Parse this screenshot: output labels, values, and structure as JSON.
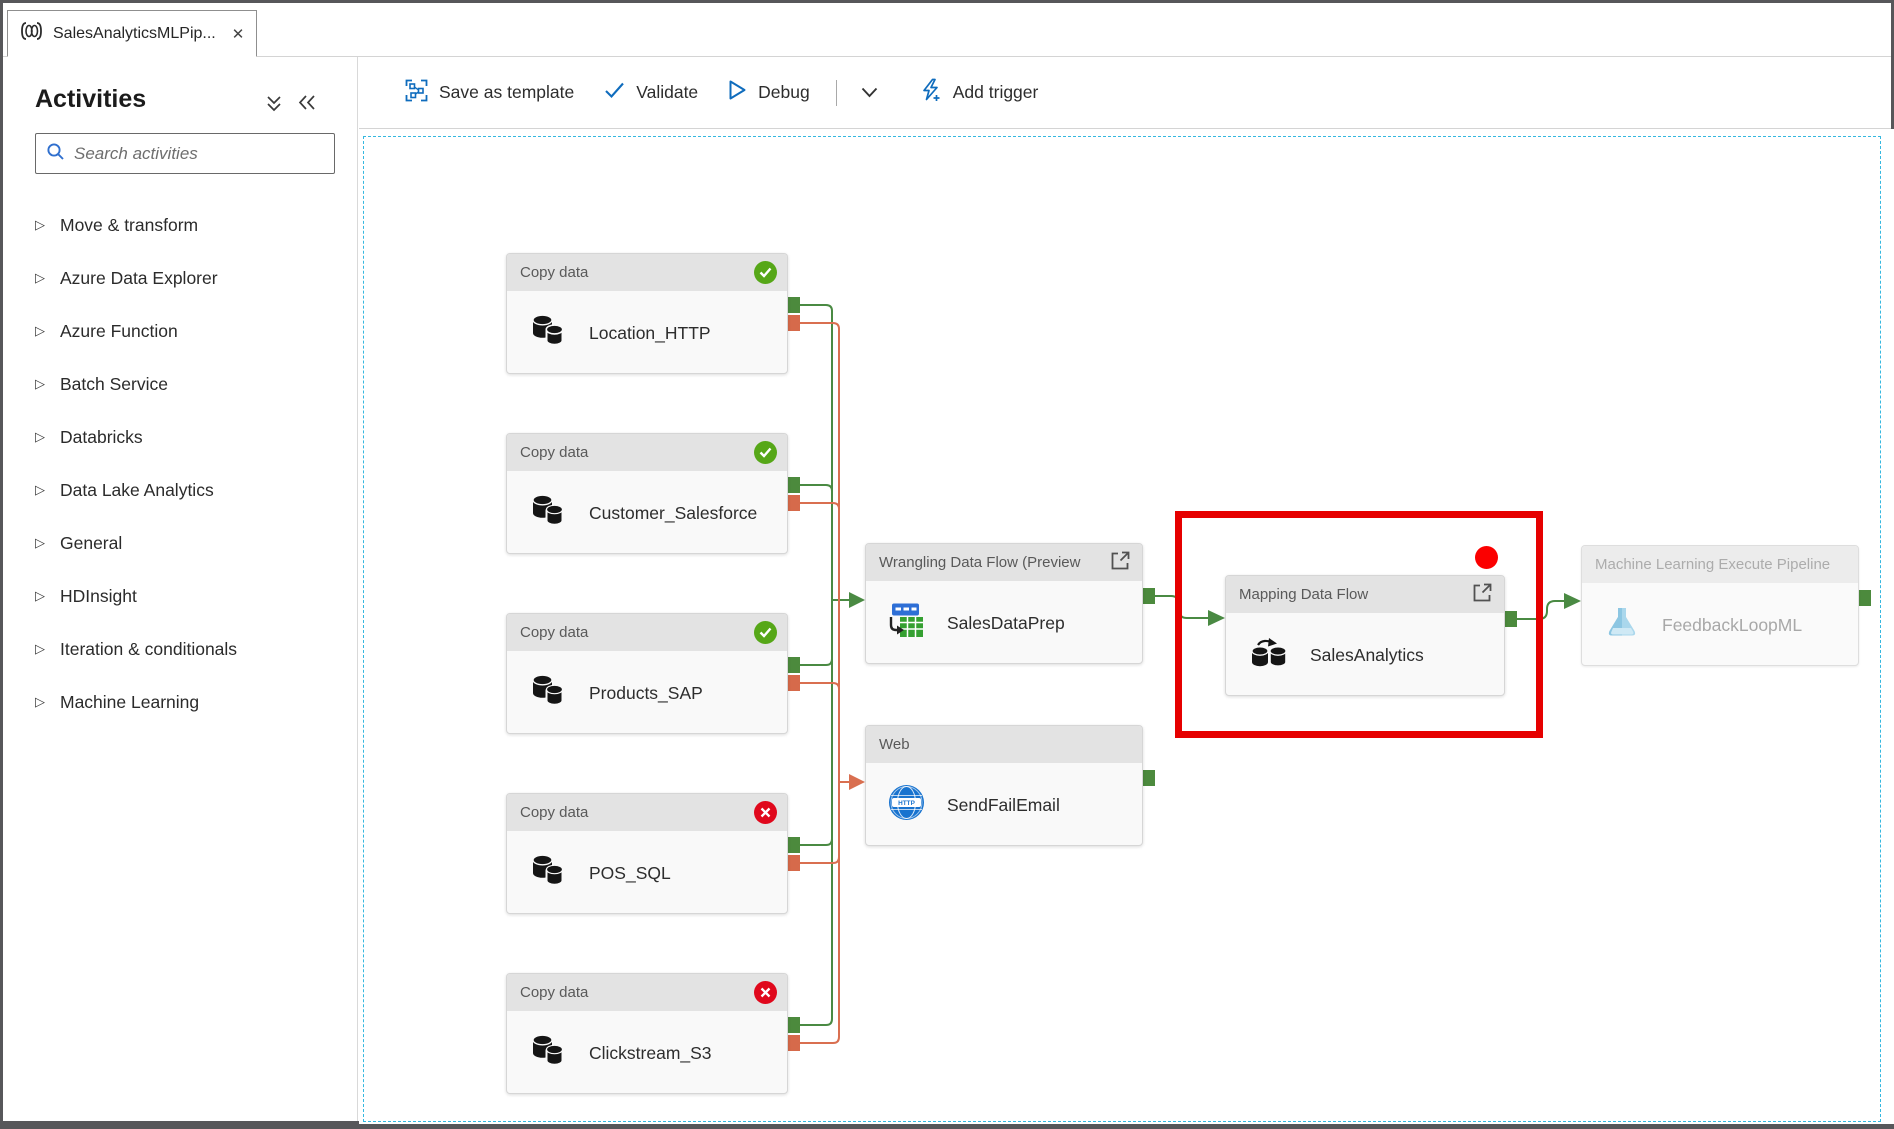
{
  "window": {
    "tab_title": "SalesAnalyticsMLPip...",
    "close_label": "✕"
  },
  "toolbar": {
    "save_as_template": "Save as template",
    "validate": "Validate",
    "debug": "Debug",
    "add_trigger": "Add trigger"
  },
  "sidebar": {
    "title": "Activities",
    "search_placeholder": "Search activities",
    "categories": [
      {
        "slug": "move-transform",
        "label": "Move & transform"
      },
      {
        "slug": "azure-data-explorer",
        "label": "Azure Data Explorer"
      },
      {
        "slug": "azure-function",
        "label": "Azure Function"
      },
      {
        "slug": "batch-service",
        "label": "Batch Service"
      },
      {
        "slug": "databricks",
        "label": "Databricks"
      },
      {
        "slug": "data-lake-analytics",
        "label": "Data Lake Analytics"
      },
      {
        "slug": "general",
        "label": "General"
      },
      {
        "slug": "hdinsight",
        "label": "HDInsight"
      },
      {
        "slug": "iteration-conditionals",
        "label": "Iteration & conditionals"
      },
      {
        "slug": "machine-learning",
        "label": "Machine Learning"
      }
    ]
  },
  "canvas": {
    "nodes": [
      {
        "type_label": "Copy data",
        "name": "Location_HTTP",
        "status": "success",
        "icon": "copy-data-icon"
      },
      {
        "type_label": "Copy data",
        "name": "Customer_Salesforce",
        "status": "success",
        "icon": "copy-data-icon"
      },
      {
        "type_label": "Copy data",
        "name": "Products_SAP",
        "status": "success",
        "icon": "copy-data-icon"
      },
      {
        "type_label": "Copy data",
        "name": "POS_SQL",
        "status": "failed",
        "icon": "copy-data-icon"
      },
      {
        "type_label": "Copy data",
        "name": "Clickstream_S3",
        "status": "failed",
        "icon": "copy-data-icon"
      },
      {
        "type_label": "Wrangling Data Flow (Preview",
        "name": "SalesDataPrep",
        "status": null,
        "icon": "wrangling-data-flow-icon",
        "launch": true
      },
      {
        "type_label": "Web",
        "name": "SendFailEmail",
        "status": null,
        "icon": "web-http-icon"
      },
      {
        "type_label": "Mapping Data Flow",
        "name": "SalesAnalytics",
        "status": null,
        "icon": "mapping-data-flow-icon",
        "launch": true,
        "highlighted": true
      },
      {
        "type_label": "Machine Learning Execute Pipeline",
        "name": "FeedbackLoopML",
        "status": null,
        "icon": "ml-flask-icon",
        "disabled": true
      }
    ],
    "annotations": {
      "highlight_box": "red rectangle around Mapping Data Flow node",
      "recording_dot": "red dot top-right inside highlight"
    }
  },
  "colors": {
    "success_green": "#56a718",
    "fail_red": "#e0081c",
    "edge_green": "#4a8a43",
    "edge_orange": "#d96f50",
    "highlight_red": "#e60000",
    "canvas_dash_blue": "#35b8e0",
    "accent_blue": "#0f6cbd",
    "node_header_gray": "#e3e3e3"
  }
}
